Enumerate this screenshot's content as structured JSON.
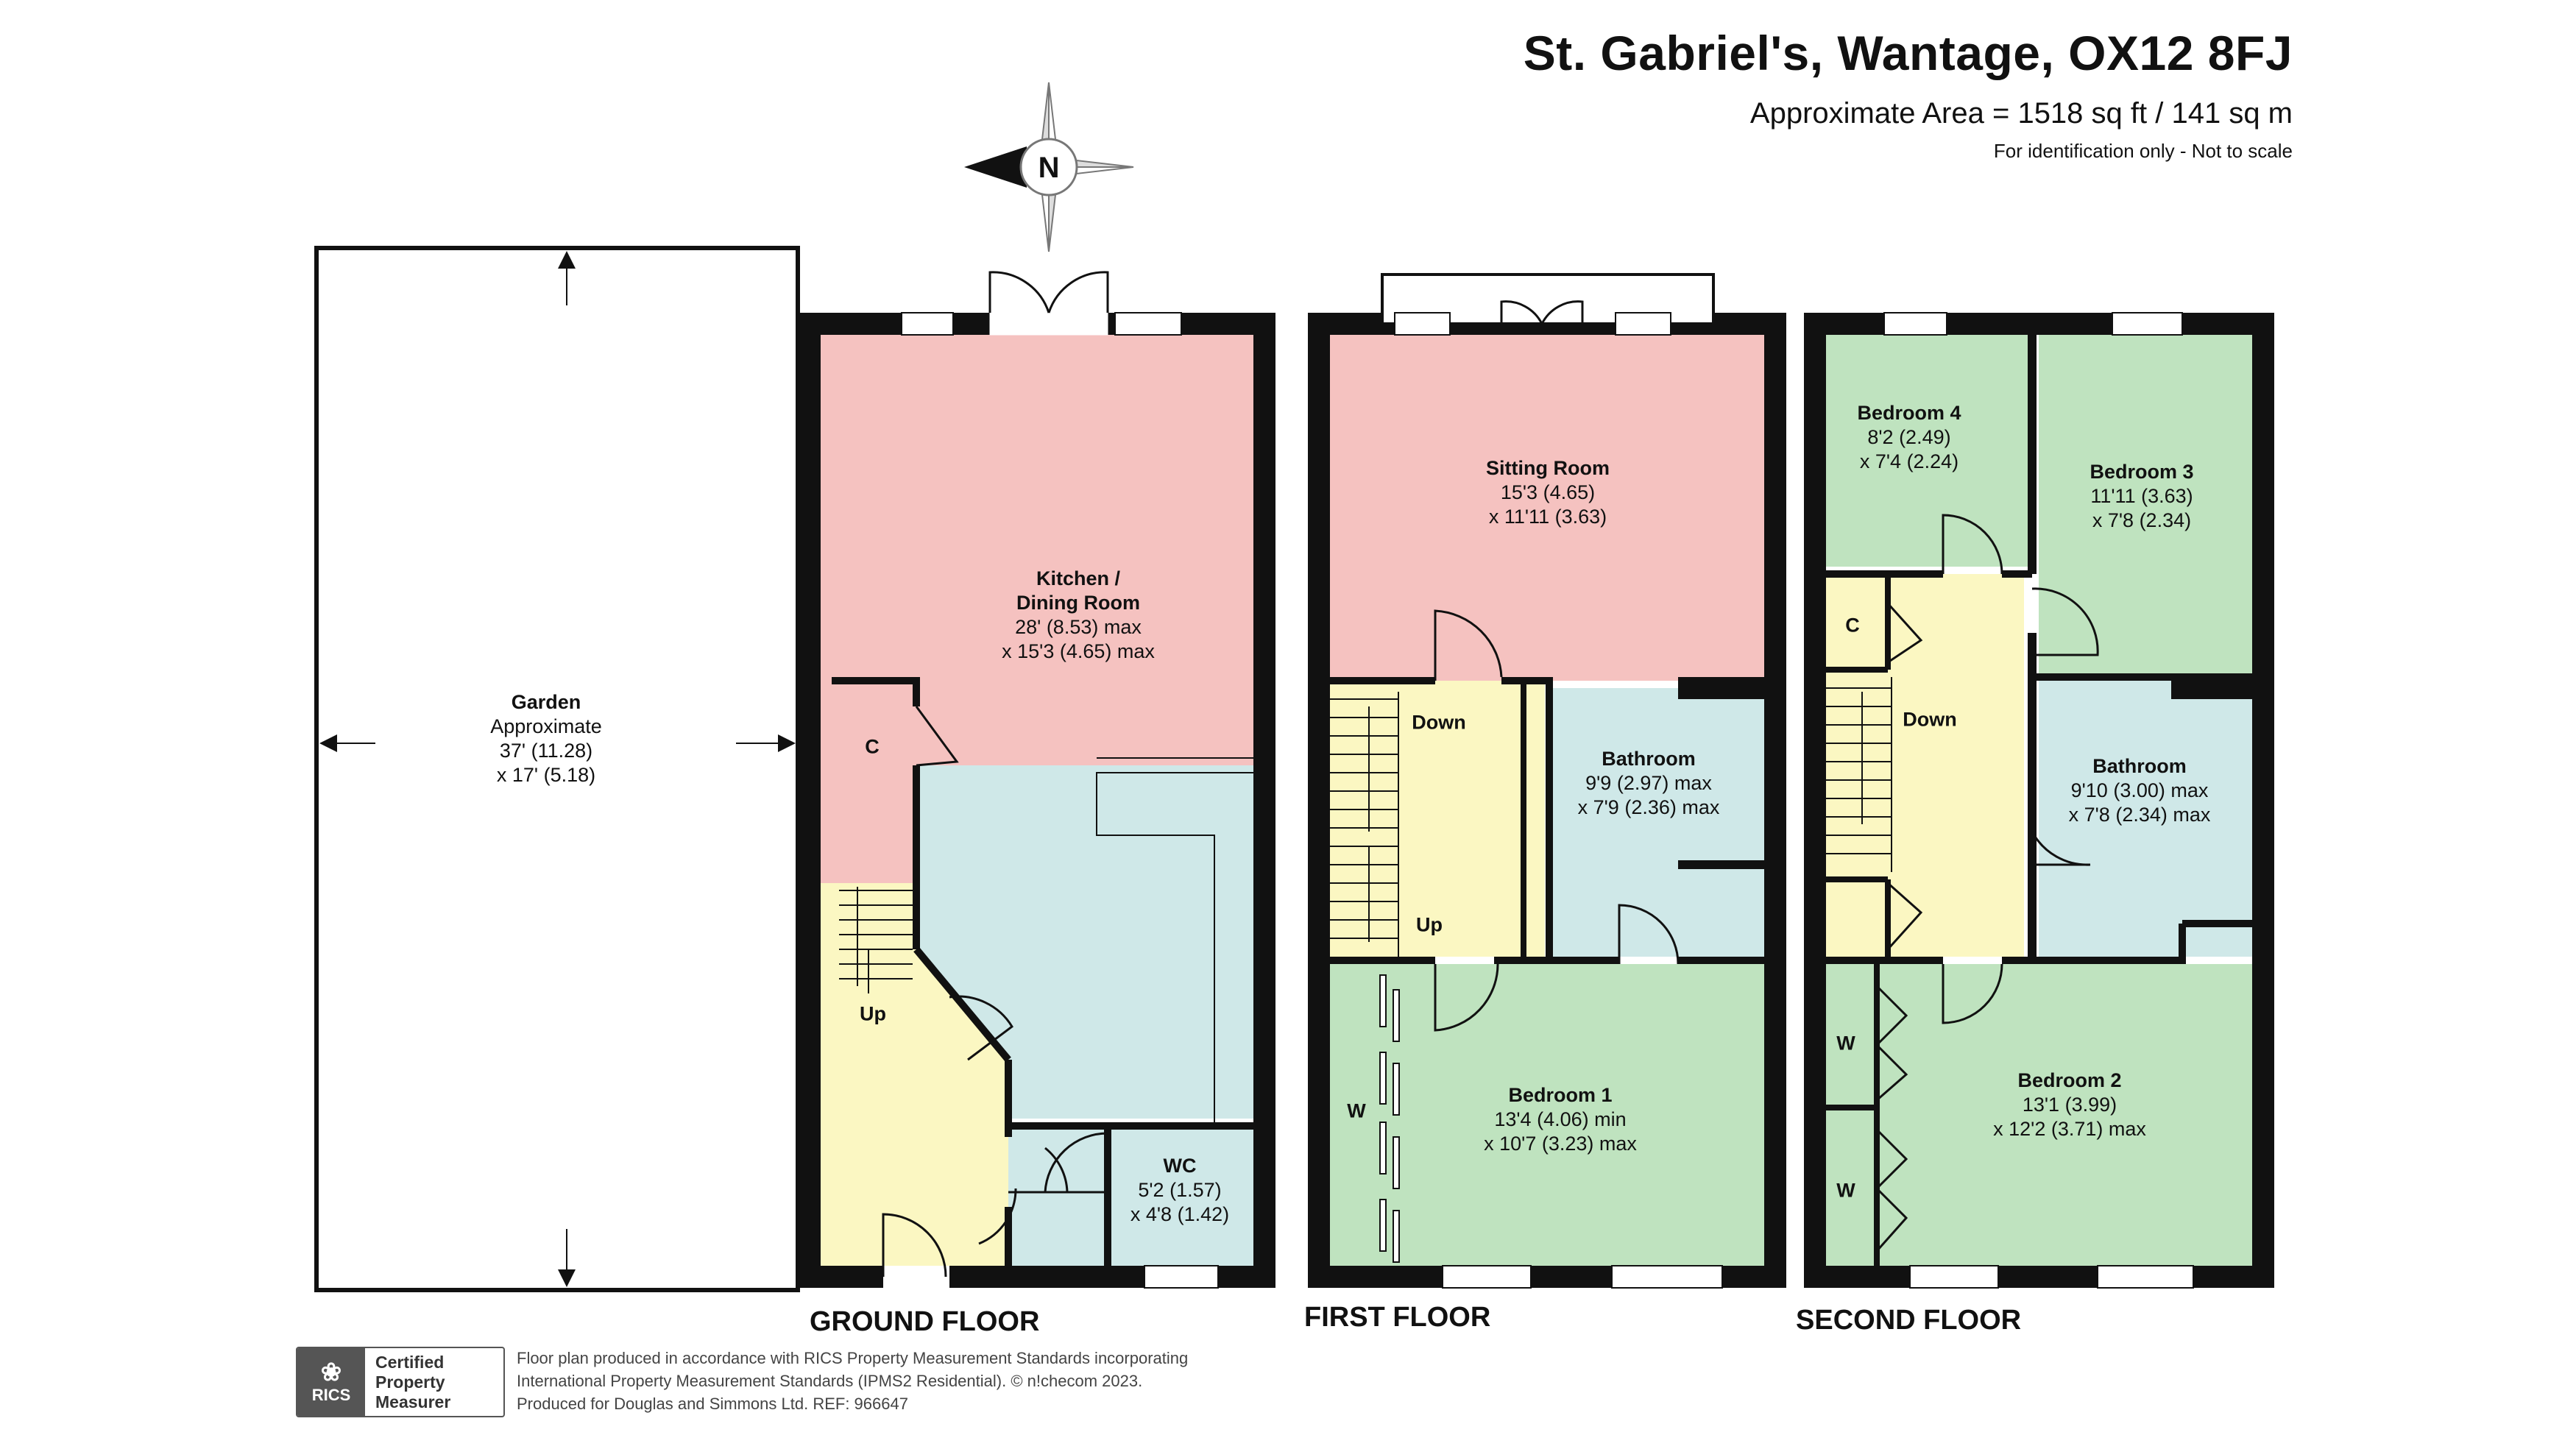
{
  "header": {
    "title": "St. Gabriel's, Wantage, OX12 8FJ",
    "area": "Approximate Area = 1518 sq ft / 141 sq m",
    "disclaimer": "For identification only - Not to scale"
  },
  "compass": {
    "label": "N",
    "icon": "compass-icon"
  },
  "garden": {
    "name": "Garden",
    "line1": "Approximate",
    "line2": "37' (11.28)",
    "line3": "x 17' (5.18)"
  },
  "ground_floor": {
    "label": "GROUND FLOOR",
    "kitchen": {
      "name1": "Kitchen /",
      "name2": "Dining Room",
      "dim1": "28' (8.53) max",
      "dim2": "x 15'3 (4.65) max"
    },
    "wc": {
      "name": "WC",
      "dim1": "5'2 (1.57)",
      "dim2": "x 4'8 (1.42)"
    },
    "cupboard": "C",
    "stairs_up": "Up"
  },
  "first_floor": {
    "label": "FIRST FLOOR",
    "sitting_room": {
      "name": "Sitting Room",
      "dim1": "15'3 (4.65)",
      "dim2": "x 11'11 (3.63)"
    },
    "bathroom": {
      "name": "Bathroom",
      "dim1": "9'9 (2.97) max",
      "dim2": "x 7'9 (2.36) max"
    },
    "bedroom1": {
      "name": "Bedroom 1",
      "dim1": "13'4 (4.06) min",
      "dim2": "x 10'7 (3.23) max"
    },
    "wardrobe": "W",
    "stairs_down": "Down",
    "stairs_up": "Up"
  },
  "second_floor": {
    "label": "SECOND FLOOR",
    "bedroom4": {
      "name": "Bedroom 4",
      "dim1": "8'2 (2.49)",
      "dim2": "x 7'4 (2.24)"
    },
    "bedroom3": {
      "name": "Bedroom 3",
      "dim1": "11'11 (3.63)",
      "dim2": "x 7'8 (2.34)"
    },
    "bathroom": {
      "name": "Bathroom",
      "dim1": "9'10 (3.00) max",
      "dim2": "x 7'8 (2.34) max"
    },
    "bedroom2": {
      "name": "Bedroom 2",
      "dim1": "13'1 (3.99)",
      "dim2": "x 12'2 (3.71) max"
    },
    "cupboard": "C",
    "wardrobe1": "W",
    "wardrobe2": "W",
    "stairs_down": "Down"
  },
  "footer": {
    "line1": "Floor plan produced in accordance with RICS Property Measurement Standards incorporating",
    "line2": "International Property Measurement Standards (IPMS2 Residential).  © n!checom 2023.",
    "line3": "Produced for Douglas and Simmons Ltd.   REF:  966647",
    "rics_logo": "RICS",
    "badge1": "Certified",
    "badge2": "Property",
    "badge3": "Measurer"
  },
  "colors": {
    "pink": "#f5c2c0",
    "blue": "#cfe8e8",
    "yellow": "#fbf7c2",
    "green": "#bfe3bf",
    "wall": "#111111"
  }
}
